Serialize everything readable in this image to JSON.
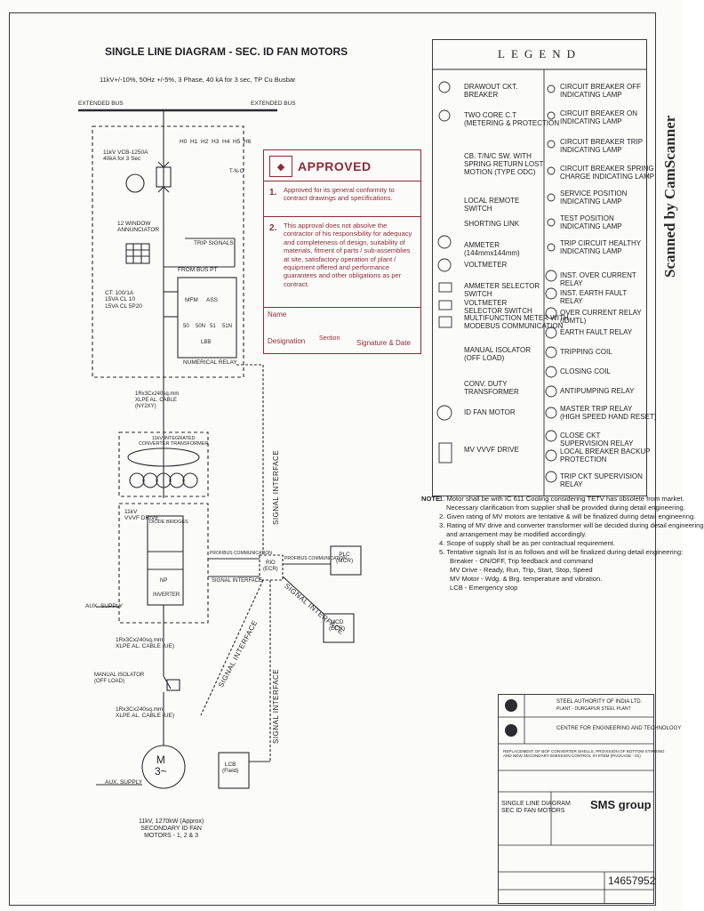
{
  "sheet": {
    "title": "SINGLE LINE DIAGRAM - SEC. ID FAN MOTORS",
    "supply": "11kV+/-10%, 50Hz +/-5%, 3 Phase, 40 kA for 3 sec, TP Cu Busbar",
    "extended_bus_left": "EXTENDED BUS",
    "extended_bus_right": "EXTENDED BUS"
  },
  "diagram": {
    "vcb": "11kV VCB-1250A\n40kA for 3 Sec",
    "lamps": [
      "H0",
      "H1",
      "H2",
      "H3",
      "H4",
      "H5",
      "H6"
    ],
    "tnc": "T-N-C",
    "annunciator": "12 WINDOW\nANNUNCIATOR",
    "trip_signals": "TRIP SIGNALS",
    "from_bus_pt": "FROM BUS PT",
    "ct_spec": "CT: 100/1A\n15VA CL 10\n15VA CL 5P20",
    "mfm": "MFM",
    "ass": "ASS",
    "relays": [
      "50",
      "50N",
      "51",
      "51N"
    ],
    "lbb": "LBB",
    "numerical_relay": "NUMERICAL RELAY",
    "cable_1": "1Rx3Cx240sq.mm\nXLPE AL. CABLE\n(NY2XY)",
    "transformer": "11kV INTEGRATED\nCONVERTER TRANSFORMER",
    "vvvf_drive": "11kV\nVVVF DRIVE",
    "diode_bridges": "DIODE BRIDGES",
    "np": "NP",
    "inverter": "INVERTER",
    "aux_supply_1": "AUX. SUPPLY",
    "cable_2": "1Rx3Cx240sq.mm\nXLPE AL. CABLE (UE)",
    "manual_isolator": "MANUAL ISOLATOR\n(OFF LOAD)",
    "cable_3": "1Rx3Cx240sq.mm\nXLPE AL. CABLE (UE)",
    "motor": "M\n3~",
    "aux_supply_2": "AUX. SUPPLY",
    "motor_caption": "11kV, 1270kW (Approx)\nSECONDARY ID FAN\nMOTORS - 1, 2 & 3",
    "rio": "RIO\n(ECR)",
    "plc": "PLC\n(MCR)",
    "mcd": "MCD\n(ECR)",
    "lcb": "LCB\n(Field)",
    "profibus_1": "PROFIBUS COMMUNICATION",
    "profibus_2": "PROFIBUS COMMUNICATION",
    "signal_interface": "SIGNAL INTERFACE"
  },
  "approval": {
    "heading": "APPROVED",
    "item1": "Approved for its general conformity to contract drawings and specifications.",
    "item2": "This approval does not absolve the contractor of his responsibility for adequacy and completeness of design, suitability of materials, fitment of parts / sub-assemblies at site, satisfactory operation of plant / equipment offered and performance guarantees and other obligations as per contract.",
    "name_label": "Name",
    "designation_label": "Designation",
    "signature_label": "Signature & Date",
    "section_label": "Section"
  },
  "legend": {
    "title": "LEGEND",
    "left": [
      "DRAWOUT CKT. BREAKER",
      "TWO CORE C.T\n(METERING & PROTECTION",
      "CB. T/N/C SW. WITH\nSPRING RETURN LOST\nMOTION (TYPE ODC)",
      "LOCAL REMOTE SWITCH",
      "SHORTING LINK",
      "AMMETER (144mmx144mm)",
      "VOLTMETER",
      "AMMETER SELECTOR SWITCH",
      "VOLTMETER SELECTOR SWITCH",
      "MULTIFUNCTION METER WITH\nMODEBUS COMMUNICATION",
      "MANUAL ISOLATOR (OFF LOAD)",
      "CONV. DUTY TRANSFORMER",
      "ID FAN MOTOR",
      "MV VVVF DRIVE"
    ],
    "right": [
      "CIRCUIT BREAKER OFF\nINDICATING LAMP",
      "CIRCUIT BREAKER ON\nINDICATING LAMP",
      "CIRCUIT BREAKER TRIP\nINDICATING LAMP",
      "CIRCUIT BREAKER SPRING\nCHARGE INDICATING LAMP",
      "SERVICE POSITION\nINDICATING LAMP",
      "TEST POSITION\nINDICATING LAMP",
      "TRIP CIRCUIT HEALTHY\nINDICATING LAMP",
      "INST. OVER CURRENT RELAY",
      "INST. EARTH FAULT RELAY",
      "OVER CURRENT RELAY (IDMTL)",
      "EARTH FAULT RELAY",
      "TRIPPING COIL",
      "CLOSING COIL",
      "ANTIPUMPING RELAY",
      "MASTER TRIP RELAY\n(HIGH SPEED HAND RESET)",
      "CLOSE CKT SUPERVISION RELAY",
      "LOCAL BREAKER BACKUP\nPROTECTION",
      "TRIP CKT SUPERVISION RELAY"
    ]
  },
  "notes": {
    "label": "NOTE:",
    "items": [
      "1. Motor shall be with IC 611 Cooling considering TETV has obsolete from market.",
      "Necessary clarification from supplier shall be provided during detail engineering.",
      "2. Given rating of MV motors are tentative & will be finalized during detail engineering.",
      "3. Rating of MV drive and converter transformer will be decided during detail engineering",
      "and arrangement may be modified accordingly.",
      "4. Scope of supply shall be as per contractual requirement.",
      "5. Tentative signals list is as follows and will be finalized during detail engineering:",
      "Breaker - ON/OFF, Trip feedback and command",
      "MV Drive - Ready, Run, Trip, Start, Stop, Speed",
      "MV Motor - Wdg. & Brg. temperature and vibration.",
      "LCB - Emergency stop"
    ]
  },
  "title_block": {
    "owner": "STEEL AUTHORITY OF INDIA LTD.",
    "owner_plant": "PLANT - DURGAPUR STEEL PLANT",
    "consultant": "CENTRE FOR ENGINEERING AND TECHNOLOGY",
    "project": "REPLACEMENT OF BOF CONVERTER SHELLS, PROVISION OF BOTTOM STIRRING\nAND NEW SECONDARY EMISSION CONTROL SYSTEM (PACKAGE - 01)",
    "drawing_title": "SINGLE LINE DIAGRAM\nSEC ID FAN MOTORS",
    "logo": "SMS group",
    "drawing_number": "14657952"
  },
  "watermark": "Scanned by CamScanner"
}
